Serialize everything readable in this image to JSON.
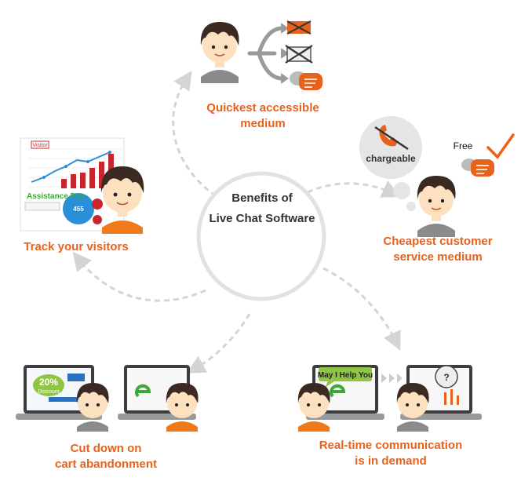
{
  "center": {
    "line1": "Benefits of",
    "line2": "Live Chat Software"
  },
  "benefits": {
    "quickest": {
      "line1": "Quickest accessible",
      "line2": "medium"
    },
    "track": {
      "line1": "Track your visitors"
    },
    "cheapest": {
      "line1": "Cheapest customer",
      "line2": "service medium"
    },
    "cart": {
      "line1": "Cut down on",
      "line2": "cart abandonment"
    },
    "realtime": {
      "line1": "Real-time communication",
      "line2": "is in demand"
    }
  },
  "callouts": {
    "chargeable": "chargeable",
    "free": "Free",
    "may_i_help": "May I Help You",
    "visitor_tag": "Visitor",
    "assistance_brand": "Assistance Pro",
    "visitors_count": "455",
    "discount_pct": "20%",
    "discount_word": "Discount"
  },
  "colors": {
    "accent": "#e8621c",
    "ring": "#e2e2e2",
    "dash": "#d4d4d4",
    "hair": "#3a2a22",
    "skin": "#fde0c0",
    "shirt_gray": "#8a8a8a",
    "shirt_orange": "#f07a1a"
  }
}
